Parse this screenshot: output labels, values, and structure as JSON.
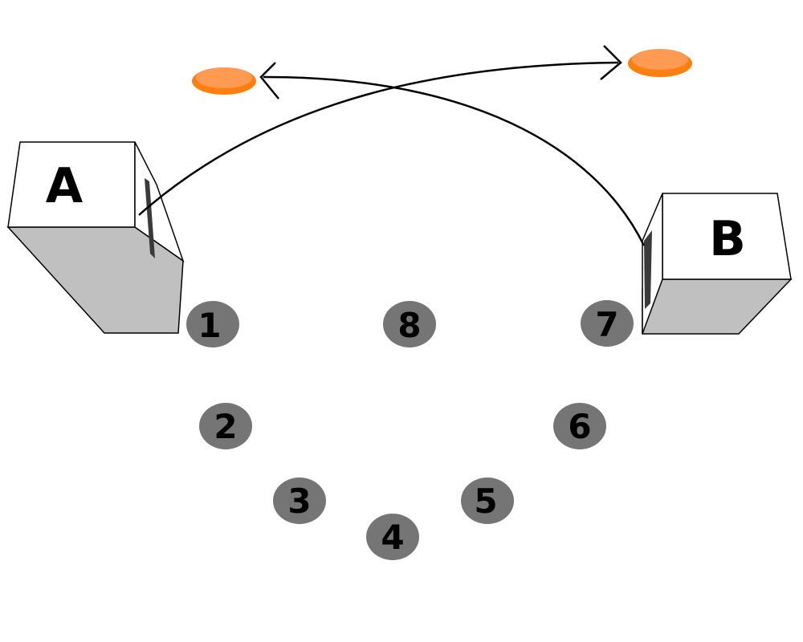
{
  "boxes": {
    "a": {
      "label": "A"
    },
    "b": {
      "label": "B"
    }
  },
  "markers": [
    "1",
    "2",
    "3",
    "4",
    "5",
    "6",
    "7",
    "8"
  ],
  "colors": {
    "box_top": "#ffffff",
    "box_side": "#c0c0c0",
    "box_stroke": "#000000",
    "box_slot": "#3a3a3a",
    "marker_fill": "#757575",
    "disc_fill": "#ff9a52",
    "disc_rim": "#ff7f0e",
    "arrow": "#000000"
  }
}
